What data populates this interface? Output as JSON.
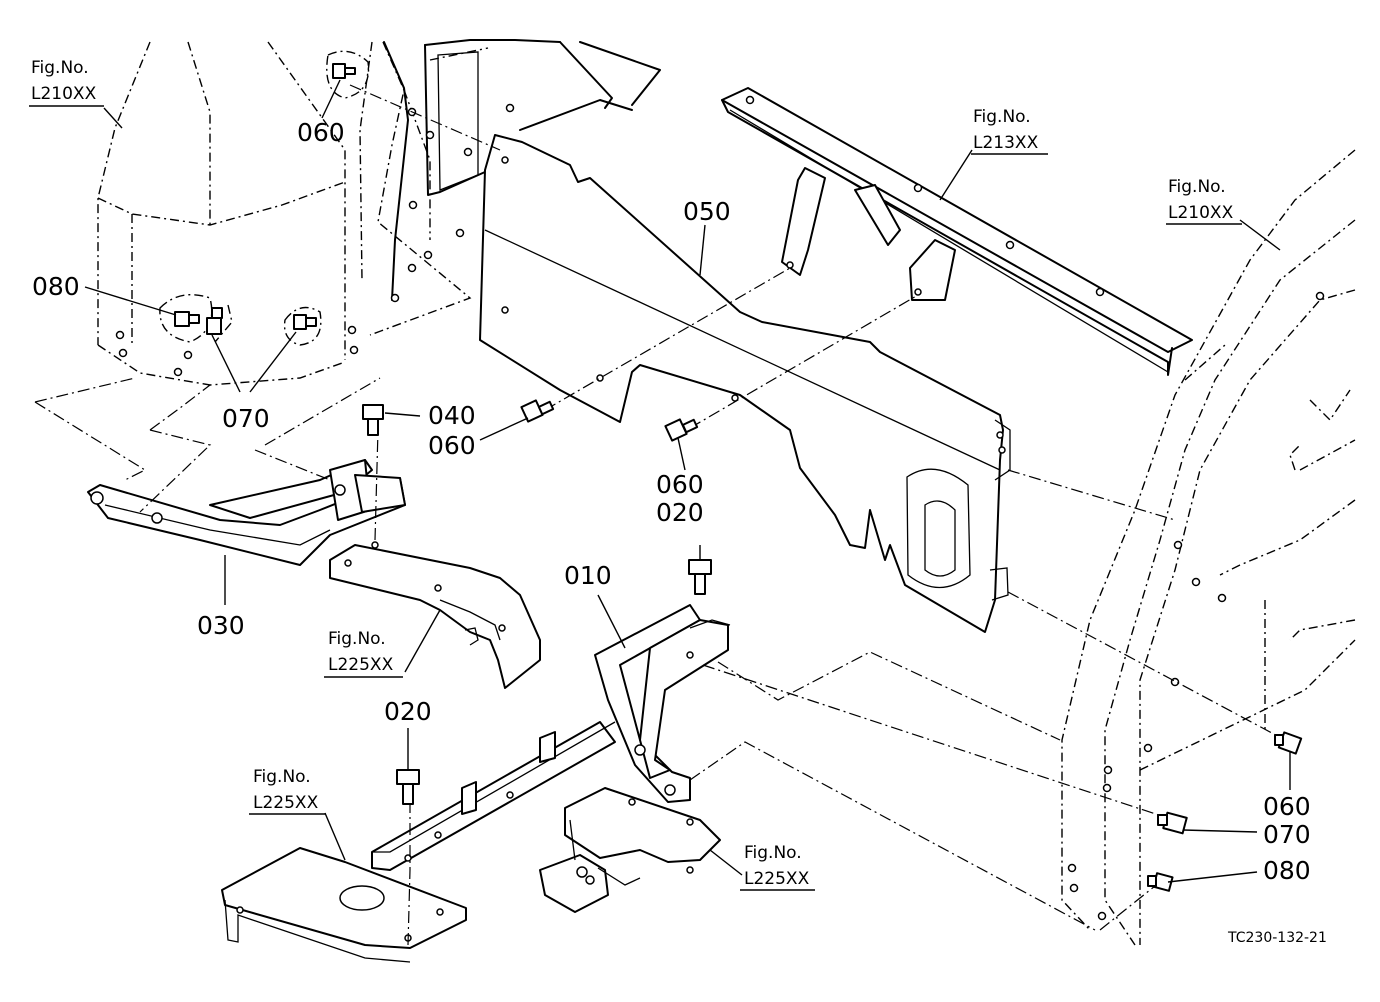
{
  "drawing_code": "TC230-132-21",
  "figure_refs": [
    {
      "prefix": "Fig.No.",
      "code": "L210XX"
    },
    {
      "prefix": "Fig.No.",
      "code": "L213XX"
    },
    {
      "prefix": "Fig.No.",
      "code": "L210XX"
    },
    {
      "prefix": "Fig.No.",
      "code": "L225XX"
    },
    {
      "prefix": "Fig.No.",
      "code": "L225XX"
    },
    {
      "prefix": "Fig.No.",
      "code": "L225XX"
    }
  ],
  "parts": {
    "p060_top": "060",
    "p080_left": "080",
    "p070_left": "070",
    "p040": "040",
    "p060_mid1": "060",
    "p050": "050",
    "p060_mid2": "060",
    "p020_mid": "020",
    "p030": "030",
    "p010": "010",
    "p020_bot": "020",
    "p060_right": "060",
    "p070_right": "070",
    "p080_right": "080"
  }
}
